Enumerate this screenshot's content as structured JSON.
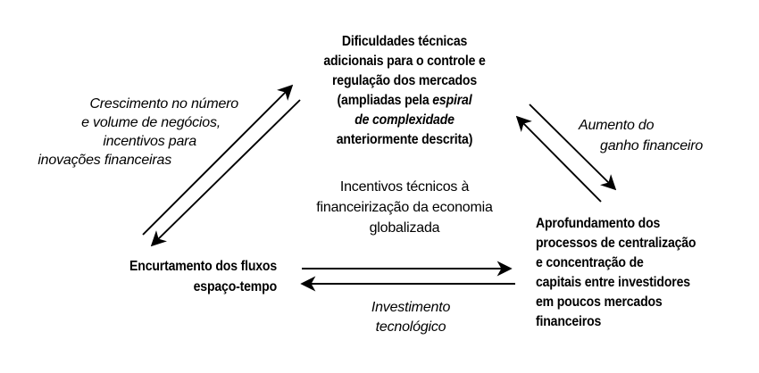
{
  "figure": {
    "background_color": "#ffffff",
    "ink_color": "#000000"
  },
  "nodes": {
    "difficulties": {
      "line1": "Dificuldades técnicas",
      "line2": "adicionais para o controle e",
      "line3": "regulação dos mercados",
      "line4_pre": "(ampliadas pela ",
      "line4_italic": "espiral",
      "line5_italic": "de complexidade",
      "line6": "anteriormente descrita)"
    },
    "shortening": {
      "lines": [
        "Encurtamento dos fluxos",
        "espaço-tempo"
      ]
    },
    "deepening": {
      "lines": [
        "Aprofundamento dos",
        "processos de centralização",
        "e concentração de",
        "capitais entre investidores",
        "em poucos mercados",
        "financeiros"
      ]
    }
  },
  "labels": {
    "growth": {
      "lines": [
        "Crescimento no número",
        "e volume de negócios,",
        "incentivos para",
        "inovações financeiras"
      ]
    },
    "gain": {
      "lines": [
        "Aumento do",
        "ganho financeiro"
      ]
    },
    "incentives": {
      "lines": [
        "Incentivos técnicos à",
        "financeirização da economia",
        "globalizada"
      ]
    },
    "investment": {
      "lines": [
        "Investimento",
        "tecnológico"
      ]
    }
  }
}
